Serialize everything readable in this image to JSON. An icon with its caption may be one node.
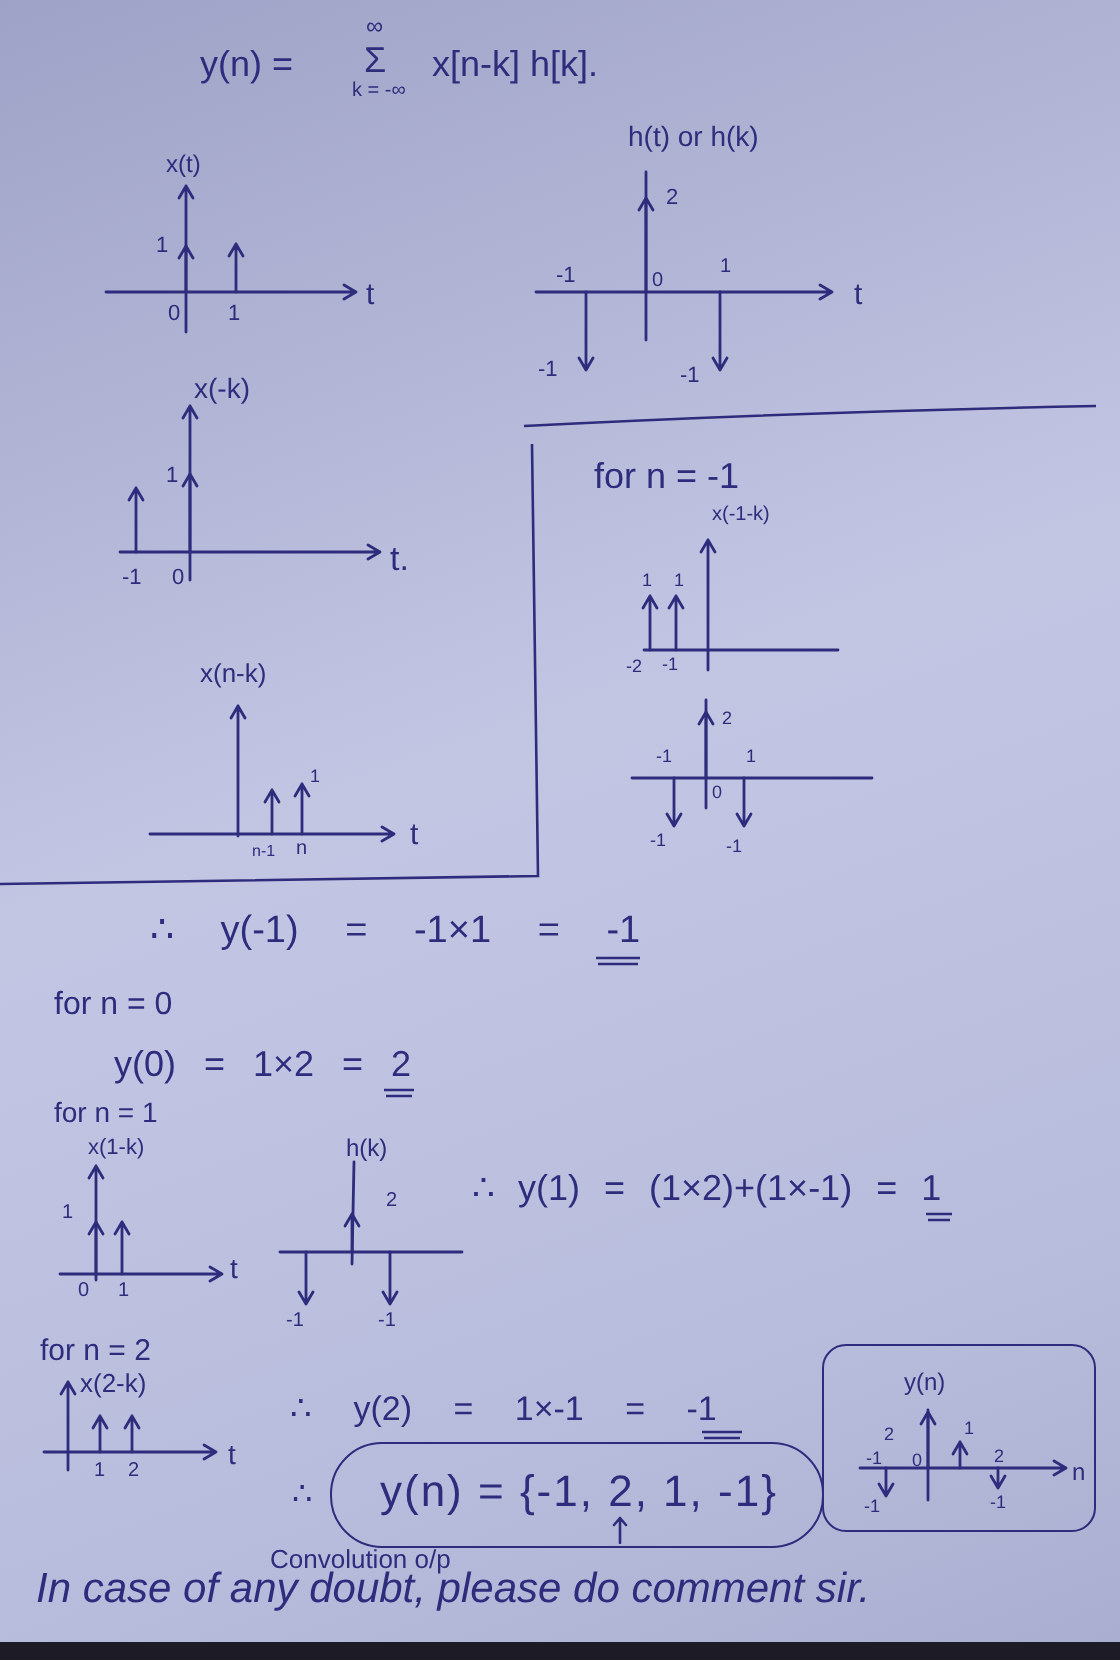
{
  "diagram": {
    "nodes": [
      {
        "text": [
          "y(n) = {-1, 2, 1, -1}"
        ],
        "beside": [
          "∴",
          "Convolution o/p"
        ]
      },
      {
        "text": [
          "y(n)",
          "2",
          "1",
          "-1",
          "0",
          "2",
          "n",
          "-1",
          "-1"
        ]
      }
    ],
    "labels": [
      "y(n) =",
      "∞",
      "Σ",
      "k = -∞",
      "x[n-k] h[k].",
      "x(t)",
      "1",
      "0",
      "1",
      "t",
      "h(t) or h(k)",
      "2",
      "-1",
      "0",
      "1",
      "t",
      "-1",
      "-1",
      "x(-k)",
      "1",
      "t.",
      "-1",
      "0",
      "for n = -1",
      "x(-1-k)",
      "1",
      "1",
      "-2",
      "-1",
      "2",
      "-1",
      "1",
      "0",
      "-1",
      "-1",
      "x(n-k)",
      "1",
      "t",
      "n-1",
      "n",
      "∴ y(-1) = -1×1 = -1",
      "for n = 0",
      "y(0) = 1×2 = 2",
      "for n = 1",
      "x(1-k)",
      "h(k)",
      "2",
      "∴ y(1) = (1×2)+(1×-1) = 1",
      "1",
      "t",
      "0",
      "1",
      "-1",
      "-1",
      "for n = 2",
      "x(2-k)",
      "∴ y(2) = 1×-1 = -1",
      "t",
      "1",
      "2",
      "In case of any doubt, please do comment sir."
    ]
  }
}
